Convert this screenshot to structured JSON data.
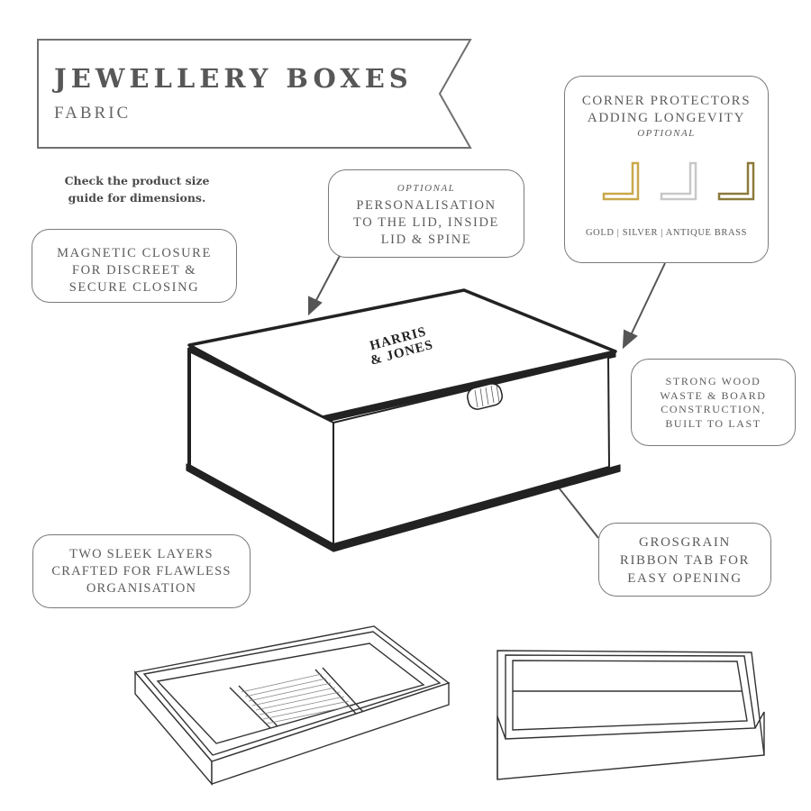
{
  "title": {
    "main": "JEWELLERY BOXES",
    "sub": "FABRIC"
  },
  "size_note": [
    "Check the product size",
    "guide for dimensions."
  ],
  "callouts": {
    "personalisation": {
      "optional": "OPTIONAL",
      "lines": [
        "PERSONALISATION",
        "TO THE LID, INSIDE",
        "LID & SPINE"
      ]
    },
    "corners": {
      "lines": [
        "CORNER PROTECTORS",
        "ADDING LONGEVITY"
      ],
      "optional": "OPTIONAL",
      "finishes": "GOLD | SILVER | ANTIQUE BRASS"
    },
    "magnetic": {
      "lines": [
        "MAGNETIC CLOSURE",
        "FOR DISCREET &",
        "SECURE CLOSING"
      ]
    },
    "wood": {
      "lines": [
        "STRONG WOOD",
        "WASTE & BOARD",
        "CONSTRUCTION,",
        "BUILT TO LAST"
      ]
    },
    "ribbon": {
      "lines": [
        "GROSGRAIN",
        "RIBBON TAB FOR",
        "EASY OPENING"
      ]
    },
    "layers": {
      "lines": [
        "TWO SLEEK LAYERS",
        "CRAFTED FOR FLAWLESS",
        "ORGANISATION"
      ]
    }
  },
  "brand": {
    "line1": "HARRIS",
    "line2": "& JONES"
  },
  "colors": {
    "gold": "#c9a84a",
    "silver": "#c8c8c8",
    "antique_brass": "#8c7a3c",
    "outline": "#7a7a7a"
  }
}
